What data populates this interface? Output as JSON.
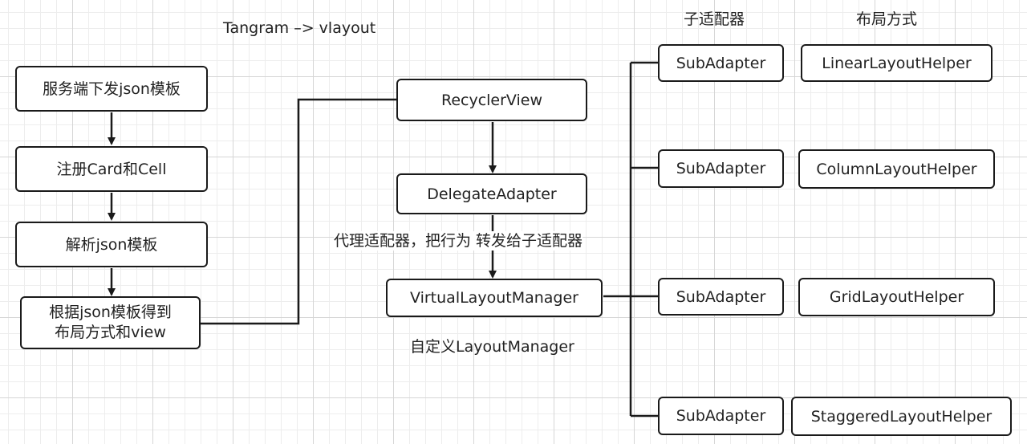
{
  "title": "Tangram –> vlayout",
  "column_headers": {
    "adapters": "子适配器",
    "layouts": "布局方式"
  },
  "left_flow": [
    "服务端下发json模板",
    "注册Card和Cell",
    "解析json模板",
    "根据json模板得到\n布局方式和view"
  ],
  "center_flow": {
    "recycler_view": "RecyclerView",
    "delegate_adapter": "DelegateAdapter",
    "delegate_note": "代理适配器，把行为 转发给子适配器",
    "layout_manager": "VirtualLayoutManager",
    "layout_manager_note": "自定义LayoutManager"
  },
  "rows": [
    {
      "adapter": "SubAdapter",
      "helper": "LinearLayoutHelper"
    },
    {
      "adapter": "SubAdapter",
      "helper": "ColumnLayoutHelper"
    },
    {
      "adapter": "SubAdapter",
      "helper": "GridLayoutHelper"
    },
    {
      "adapter": "SubAdapter",
      "helper": "StaggeredLayoutHelper"
    }
  ]
}
